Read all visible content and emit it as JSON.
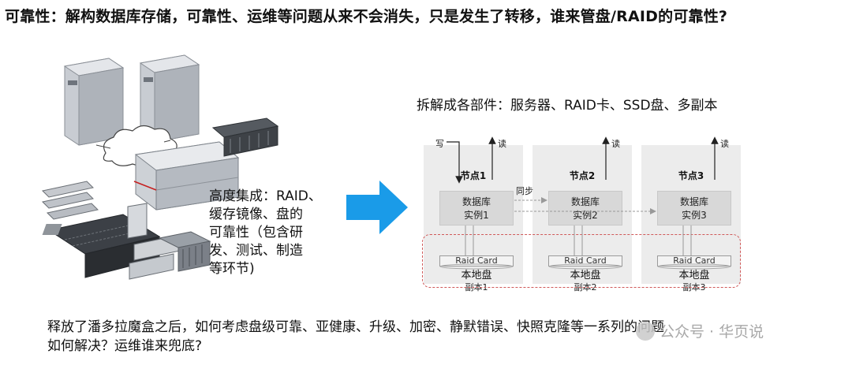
{
  "title": "可靠性：解构数据库存储，可靠性、运维等问题从来不会消失，只是发生了转移，谁来管盘/RAID的可靠性?",
  "integration_lines": [
    "高度集成：RAID、",
    "缓存镜像、盘的",
    "可靠性（包含研",
    "发、测试、制造",
    "等环节)"
  ],
  "decomposition": "拆解成各部件：服务器、RAID卡、SSD盘、多副本",
  "diagram": {
    "write_label": "写",
    "read_label": "读",
    "sync_label": "同步",
    "nodes": [
      {
        "title": "节点1",
        "db_line1": "数据库",
        "db_line2": "实例1",
        "raid": "Raid Card",
        "disk": "本地盘",
        "replica": "副本1"
      },
      {
        "title": "节点2",
        "db_line1": "数据库",
        "db_line2": "实例2",
        "raid": "Raid Card",
        "disk": "本地盘",
        "replica": "副本2"
      },
      {
        "title": "节点3",
        "db_line1": "数据库",
        "db_line2": "实例3",
        "raid": "Raid Card",
        "disk": "本地盘",
        "replica": "副本3"
      }
    ]
  },
  "bottom_lines": [
    "释放了潘多拉魔盒之后，如何考虑盘级可靠、亚健康、升级、加密、静默错误、快照克隆等一系列的问题",
    "如何解决？运维谁来兜底?"
  ],
  "watermark": "公众号 · 华页说",
  "colors": {
    "arrow": "#1a9be8",
    "frame": "#d05a5a",
    "panel": "#ececec"
  }
}
